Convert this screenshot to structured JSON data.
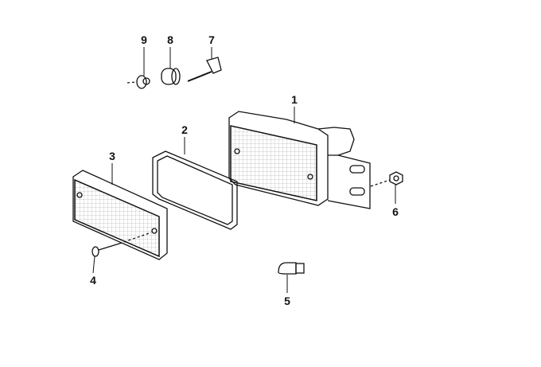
{
  "parts": [
    {
      "number": "1",
      "name": "turn-signal-housing"
    },
    {
      "number": "2",
      "name": "gasket"
    },
    {
      "number": "3",
      "name": "lens"
    },
    {
      "number": "4",
      "name": "screw"
    },
    {
      "number": "5",
      "name": "bulb"
    },
    {
      "number": "6",
      "name": "nut"
    },
    {
      "number": "7",
      "name": "bolt"
    },
    {
      "number": "8",
      "name": "rubber-buffer"
    },
    {
      "number": "9",
      "name": "nut-washer"
    }
  ]
}
